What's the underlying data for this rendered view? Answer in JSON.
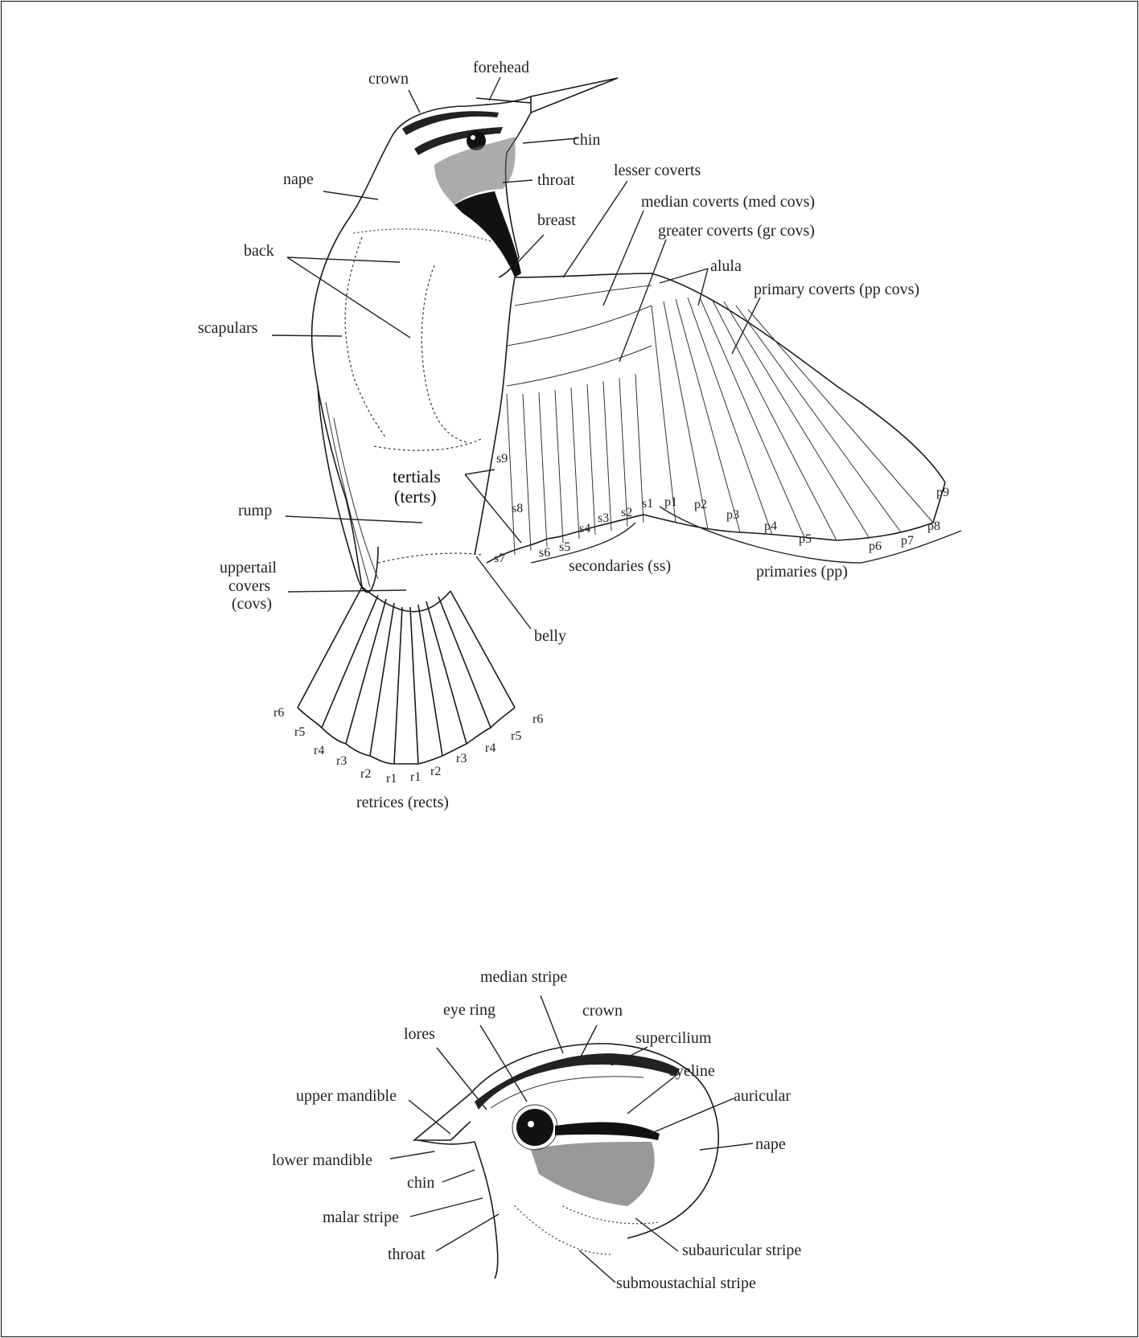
{
  "top_figure": {
    "labels": {
      "crown": "crown",
      "forehead": "forehead",
      "chin": "chin",
      "throat": "throat",
      "nape": "nape",
      "breast": "breast",
      "lesser_coverts": "lesser coverts",
      "median_coverts": "median coverts (med covs)",
      "greater_coverts": "greater coverts (gr covs)",
      "back": "back",
      "alula": "alula",
      "primary_coverts": "primary coverts (pp covs)",
      "scapulars": "scapulars",
      "tertials_1": "tertials",
      "tertials_2": "(terts)",
      "rump": "rump",
      "uppertail_1": "uppertail",
      "uppertail_2": "covers",
      "uppertail_3": "(covs)",
      "belly": "belly",
      "secondaries": "secondaries (ss)",
      "primaries": "primaries (pp)",
      "retrices": "retrices (rects)"
    },
    "secondaries": [
      "s1",
      "s2",
      "s3",
      "s4",
      "s5",
      "s6",
      "s7",
      "s8",
      "s9"
    ],
    "primaries": [
      "p1",
      "p2",
      "p3",
      "p4",
      "p5",
      "p6",
      "p7",
      "p8",
      "p9"
    ],
    "rectrices_left": [
      "r6",
      "r5",
      "r4",
      "r3",
      "r2",
      "r1"
    ],
    "rectrices_right": [
      "r1",
      "r2",
      "r3",
      "r4",
      "r5",
      "r6"
    ]
  },
  "bottom_figure": {
    "labels": {
      "median_stripe": "median stripe",
      "eye_ring": "eye ring",
      "crown": "crown",
      "lores": "lores",
      "supercilium": "supercilium",
      "eyeline": "eyeline",
      "upper_mandible": "upper mandible",
      "auricular": "auricular",
      "nape": "nape",
      "lower_mandible": "lower mandible",
      "chin": "chin",
      "malar_stripe": "malar stripe",
      "throat": "throat",
      "subauricular_stripe": "subauricular stripe",
      "submoustachial_stripe": "submoustachial stripe"
    }
  }
}
